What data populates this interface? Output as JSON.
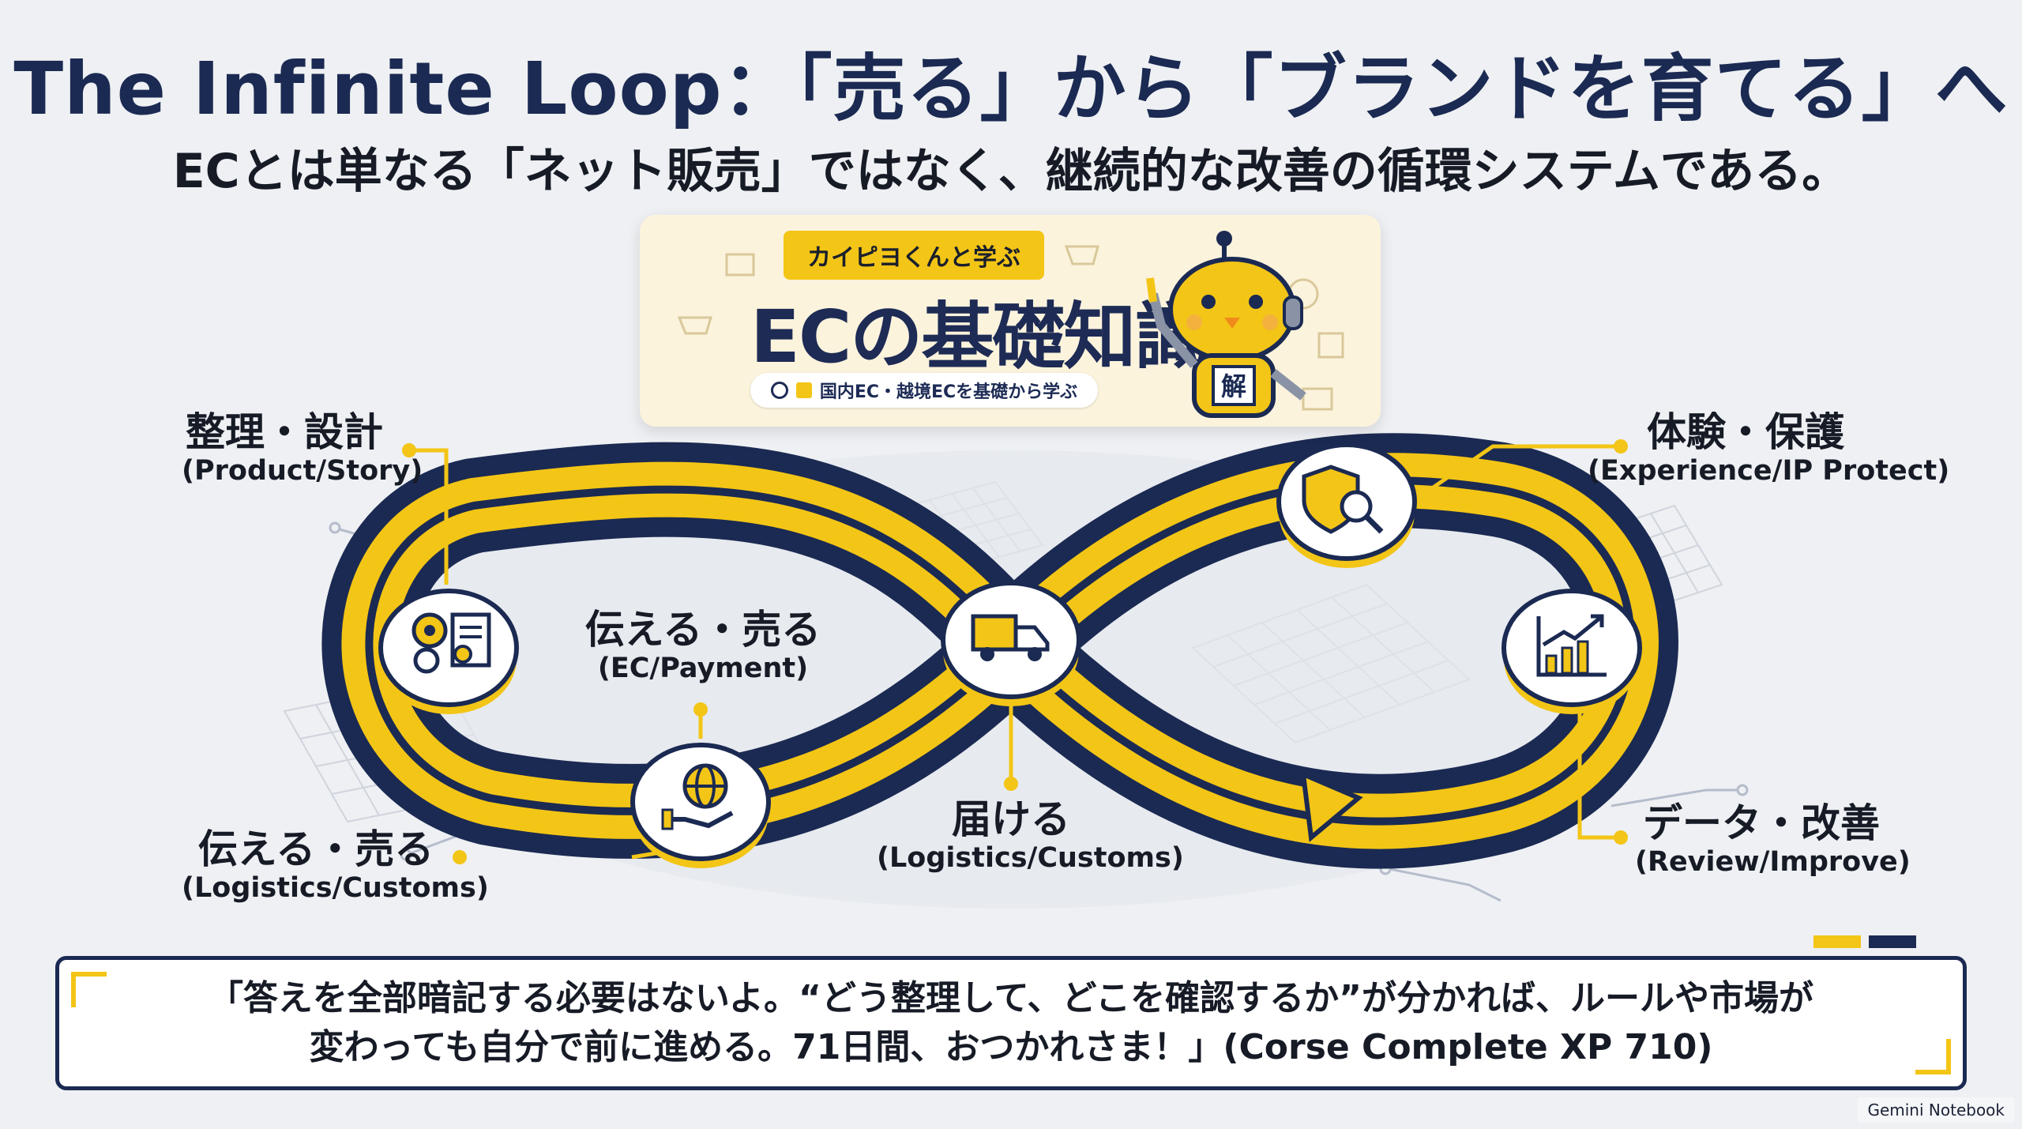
{
  "title": "The Infinite Loop：「売る」から「ブランドを育てる」へ",
  "subtitle": "ECとは単なる「ネット販売」ではなく、継続的な改善の循環システムである。",
  "banner": {
    "tag": "カイピヨくんと学ぶ",
    "title": "ECの基礎知識",
    "subtitle": "国内EC・越境ECを基礎から学ぶ",
    "mascot_badge": "解"
  },
  "nodes": [
    {
      "id": "plan",
      "jp": "整理・設計",
      "en": "(Product/Story)",
      "icon": "gear-document-icon"
    },
    {
      "id": "sell",
      "jp": "伝える・売る",
      "en": "(EC/Payment)",
      "icon": "truck-icon"
    },
    {
      "id": "sell2",
      "jp": "伝える・売る",
      "en": "(Logistics/Customs)",
      "icon": "globe-hand-icon"
    },
    {
      "id": "deliver",
      "jp": "届ける",
      "en": "(Logistics/Customs)",
      "icon": "truck-icon"
    },
    {
      "id": "protect",
      "jp": "体験・保護",
      "en": "(Experience/IP Protect)",
      "icon": "shield-search-icon"
    },
    {
      "id": "improve",
      "jp": "データ・改善",
      "en": "(Review/Improve)",
      "icon": "growth-chart-icon"
    }
  ],
  "quote": "「答えを全部暗記する必要はないよ。“どう整理して、どこを確認するか”が分かれば、ルールや市場が\n変わっても自分で前に進める。71日間、おつかれさま！」(Corse Complete XP 710)",
  "watermark": "Gemini Notebook",
  "colors": {
    "navy": "#1b2a52",
    "yellow": "#f3c516",
    "background": "#eef0f3"
  }
}
